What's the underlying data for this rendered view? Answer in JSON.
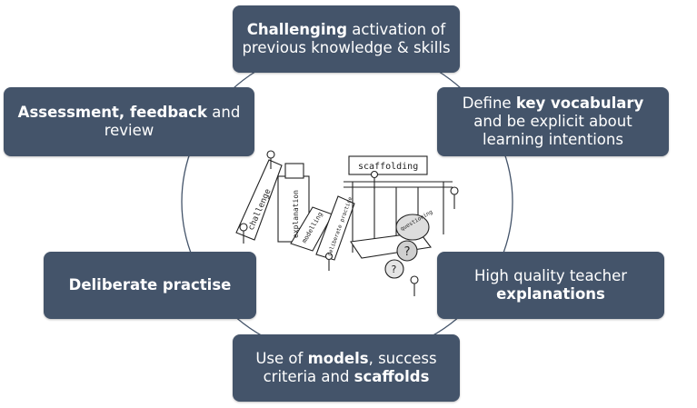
{
  "boxes": {
    "top": {
      "bold": "Challenging",
      "rest": " activation of previous knowledge & skills"
    },
    "top_right": {
      "pre": "Define ",
      "bold": "key vocabulary",
      "post": " and be explicit about learning intentions"
    },
    "top_left": {
      "bold": "Assessment, feedback",
      "rest": " and review"
    },
    "middle_left": {
      "bold": "Deliberate practise"
    },
    "middle_right": {
      "pre": "High quality teacher ",
      "bold": "explanations"
    },
    "bottom": {
      "pre": "Use of ",
      "bold1": "models",
      "mid": ", success criteria and ",
      "bold2": "scaffolds"
    }
  },
  "illustration": {
    "labels": {
      "challenge": "challenge",
      "explanation": "explanation",
      "modelling": "modelling",
      "deliberate_practice": "deliberate practice",
      "scaffolding": "scaffolding",
      "questioning": "questioning",
      "q1": "?",
      "q2": "?"
    }
  },
  "colors": {
    "box_fill": "#44546a",
    "box_text": "#ffffff",
    "ring": "#44546a"
  }
}
